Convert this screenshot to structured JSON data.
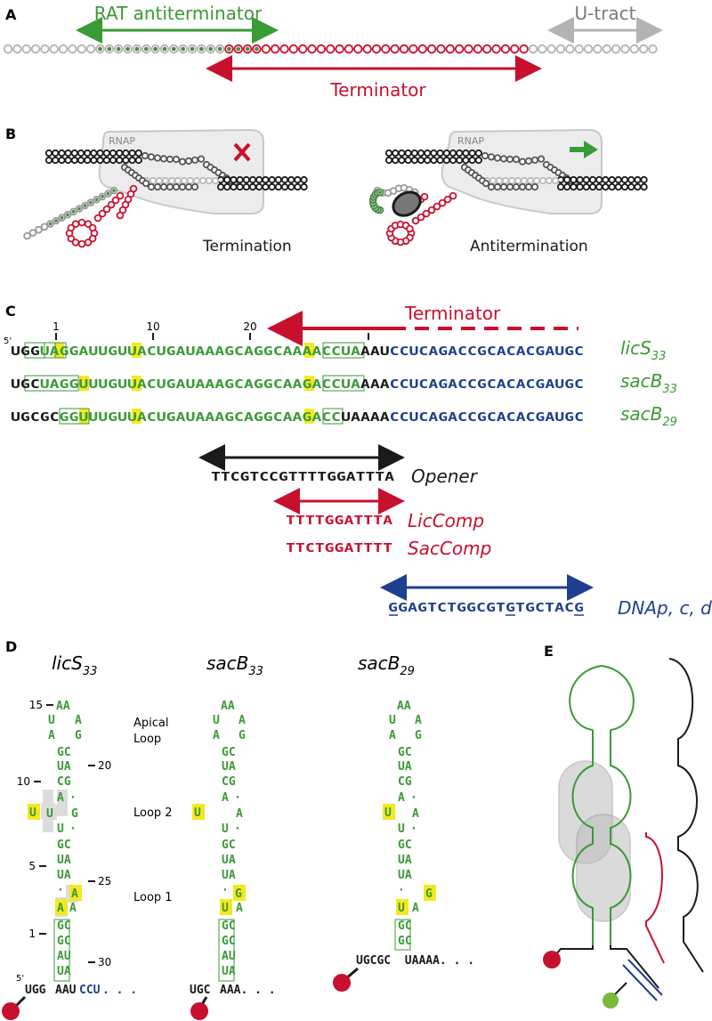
{
  "colors": {
    "green": "#3a9a35",
    "red": "#c8102e",
    "blue": "#1f3f8f",
    "grey": "#b3b3b3",
    "black": "#1a1a1a",
    "highlight": "#f5e81f",
    "dotgreen": "#4a8a45"
  },
  "panelA": {
    "label": "A",
    "rat": "RAT antiterminator",
    "utract": "U-tract",
    "terminator": "Terminator"
  },
  "panelB": {
    "label": "B",
    "rnap_left": "RNAP",
    "rnap_right": "RNAP",
    "termination": "Termination",
    "antitermination": "Antitermination"
  },
  "panelC": {
    "label": "C",
    "five_prime": "5'",
    "ticks": [
      "1",
      "10",
      "20"
    ],
    "terminator": "Terminator",
    "sequences": [
      {
        "prefix": "UGG",
        "green": "UAGGAUUGUUACUGAUAAAGCAGGCAAAACCUA",
        "mid": "AAU",
        "blue": "CCUCAGACCGCACACGAUGC",
        "name": "licS",
        "sub": "33"
      },
      {
        "prefix": "UGC",
        "green": "UAGGUUUGUUACUGAUAAAGCAGGCAAGACCUA",
        "mid": "AAA",
        "blue": "CCUCAGACCGCACACGAUGC",
        "name": "sacB",
        "sub": "33"
      },
      {
        "prefix": "UGCGC",
        "green": "GGUUUGUUACUGAUAAAGCAGGCAAGACC",
        "mid": "UAAAA",
        "blue": "CCUCAGACCGCACACGAUGC",
        "name": "sacB",
        "sub": "29"
      }
    ],
    "opener_seq": "TTCGTCCGTTTTGGATTTA",
    "opener": "Opener",
    "liccomp_seq": "TTTTGGATTTA",
    "liccomp": "LicComp",
    "saccomp_seq": "TTCTGGATTTT",
    "saccomp": "SacComp",
    "dnap_seq": "GGAGTCTGGCGTGTGCTACG",
    "dnap": "DNAp, c, d"
  },
  "panelD": {
    "label": "D",
    "titles": [
      {
        "name": "licS",
        "sub": "33"
      },
      {
        "name": "sacB",
        "sub": "33"
      },
      {
        "name": "sacB",
        "sub": "29"
      }
    ],
    "apical": "Apical",
    "loop_word": "Loop",
    "loop2": "Loop 2",
    "loop1": "Loop 1",
    "nums": [
      "15",
      "20",
      "10",
      "5",
      "25",
      "1",
      "30"
    ],
    "five_prime": "5'",
    "apical_A1": "AA",
    "apical_U": "U",
    "apical_A2": "A",
    "apical_A3": "A",
    "apical_G": "G",
    "bp_gc": "GC",
    "bp_ua": "UA",
    "bp_cg": "CG",
    "bp_au": "AU",
    "nt_A": "A",
    "nt_U": "U",
    "nt_G": "G",
    "dot": "·",
    "s1_left": "UGG",
    "s1_right": "AAU",
    "s1_blue": "CCU",
    "s1_dots": ". . .",
    "s2_left": "UGC",
    "s2_right": "AAA. . .",
    "s3_line": "UGCGC  UAAAA. . ."
  },
  "panelE": {
    "label": "E"
  }
}
